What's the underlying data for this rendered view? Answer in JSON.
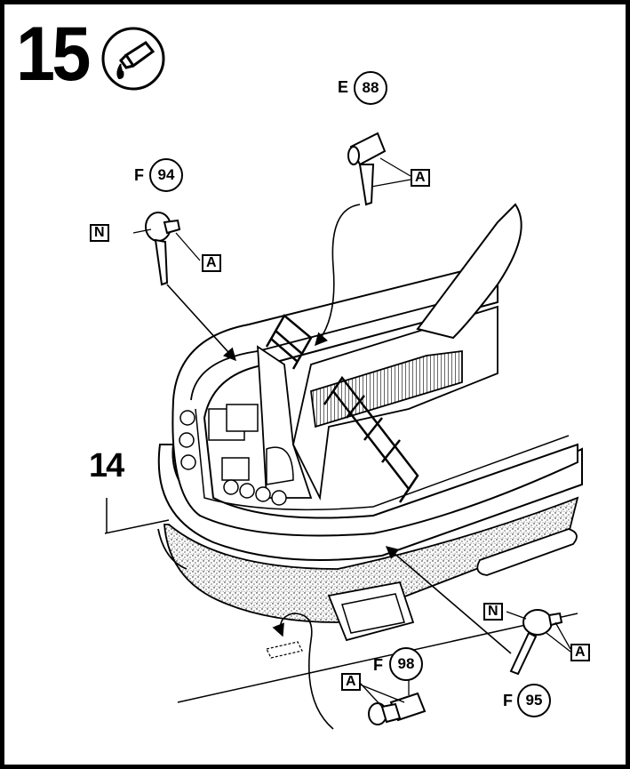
{
  "step": {
    "number": "15",
    "icon": "glue-tube-icon"
  },
  "sub_step": "14",
  "parts": [
    {
      "id": "p88",
      "sprue": "E",
      "number": "88"
    },
    {
      "id": "p94",
      "sprue": "F",
      "number": "94"
    },
    {
      "id": "p95",
      "sprue": "F",
      "number": "95"
    },
    {
      "id": "p98",
      "sprue": "F",
      "number": "98"
    }
  ],
  "flags": {
    "a": "A",
    "n": "N"
  }
}
